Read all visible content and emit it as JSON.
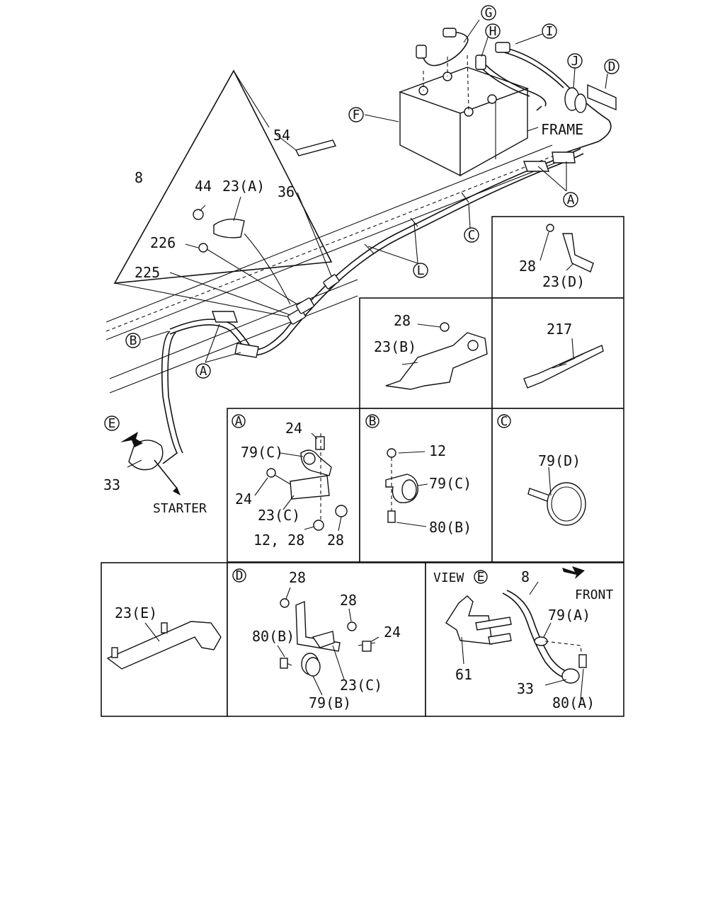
{
  "callouts": {
    "G": "G",
    "H": "H",
    "I": "I",
    "J": "J",
    "D": "D",
    "F": "F",
    "A": "A",
    "C": "C",
    "L": "L",
    "B": "B",
    "E": "E"
  },
  "labels": {
    "p54": "54",
    "p8": "8",
    "p44": "44",
    "p23A": "23(A)",
    "p36": "36",
    "p226": "226",
    "p225": "225",
    "frame": "FRAME",
    "p33": "33",
    "starter": "STARTER"
  },
  "panel_23D": {
    "p28": "28",
    "p23D": "23(D)"
  },
  "panel_23B": {
    "p28": "28",
    "p23B": "23(B)"
  },
  "panel_217": {
    "p217": "217"
  },
  "panel_A": {
    "tag": "A",
    "p24a": "24",
    "p79C": "79(C)",
    "p24b": "24",
    "p23C": "23(C)",
    "p12_28": "12, 28",
    "p28": "28"
  },
  "panel_B": {
    "tag": "B",
    "p12": "12",
    "p79C": "79(C)",
    "p80B": "80(B)"
  },
  "panel_C": {
    "tag": "C",
    "p79D": "79(D)"
  },
  "panel_23E": {
    "p23E": "23(E)"
  },
  "panel_D": {
    "tag": "D",
    "p28a": "28",
    "p28b": "28",
    "p80B": "80(B)",
    "p24": "24",
    "p23C": "23(C)",
    "p79B": "79(B)"
  },
  "panel_viewE": {
    "view": "VIEW",
    "tag": "E",
    "p8": "8",
    "front": "FRONT",
    "p79A": "79(A)",
    "p61": "61",
    "p33": "33",
    "p80A": "80(A)"
  }
}
